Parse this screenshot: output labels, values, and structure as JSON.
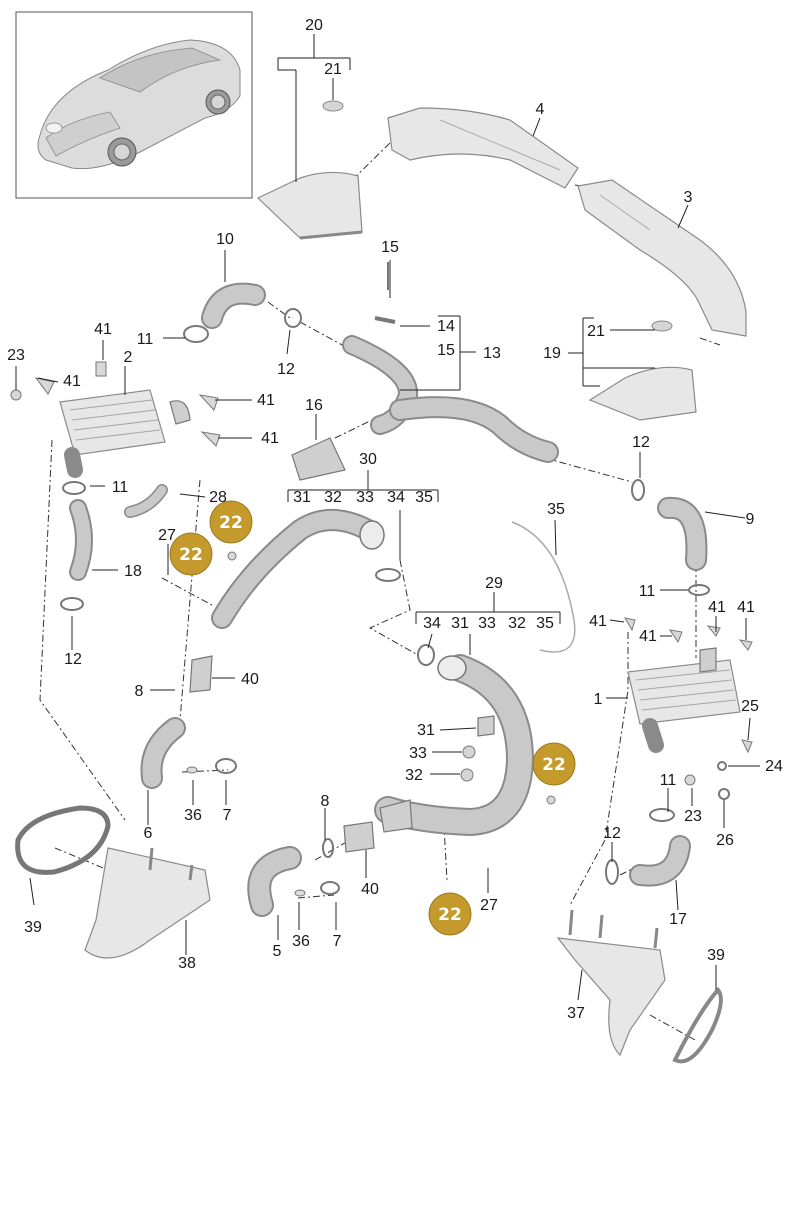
{
  "diagram": {
    "badge_color": "#C39A2B",
    "badge_text": "22",
    "callouts": {
      "c1": "1",
      "c2": "2",
      "c3": "3",
      "c4": "4",
      "c5": "5",
      "c6": "6",
      "c7a": "7",
      "c7b": "7",
      "c8a": "8",
      "c8b": "8",
      "c9": "9",
      "c10": "10",
      "c11a": "11",
      "c11b": "11",
      "c11c": "11",
      "c11d": "11",
      "c12a": "12",
      "c12b": "12",
      "c12c": "12",
      "c12d": "12",
      "c13": "13",
      "c14": "14",
      "c15a": "15",
      "c15b": "15",
      "c16": "16",
      "c17": "17",
      "c18": "18",
      "c19": "19",
      "c20": "20",
      "c21a": "21",
      "c21b": "21",
      "c23a": "23",
      "c23b": "23",
      "c24": "24",
      "c25": "25",
      "c26": "26",
      "c27a": "27",
      "c27b": "27",
      "c28": "28",
      "c29": "29",
      "c30": "30",
      "g30_31": "31",
      "g30_32": "32",
      "g30_33": "33",
      "g30_34": "34",
      "g30_35": "35",
      "g29_34": "34",
      "g29_31": "31",
      "g29_33": "33",
      "g29_32": "32",
      "g29_35": "35",
      "c31": "31",
      "c32": "32",
      "c33": "33",
      "c35": "35",
      "c36a": "36",
      "c36b": "36",
      "c37": "37",
      "c38": "38",
      "c39a": "39",
      "c39b": "39",
      "c40a": "40",
      "c40b": "40",
      "c41a": "41",
      "c41b": "41",
      "c41c": "41",
      "c41d": "41",
      "c41e": "41",
      "c41f": "41",
      "c41g": "41"
    }
  }
}
